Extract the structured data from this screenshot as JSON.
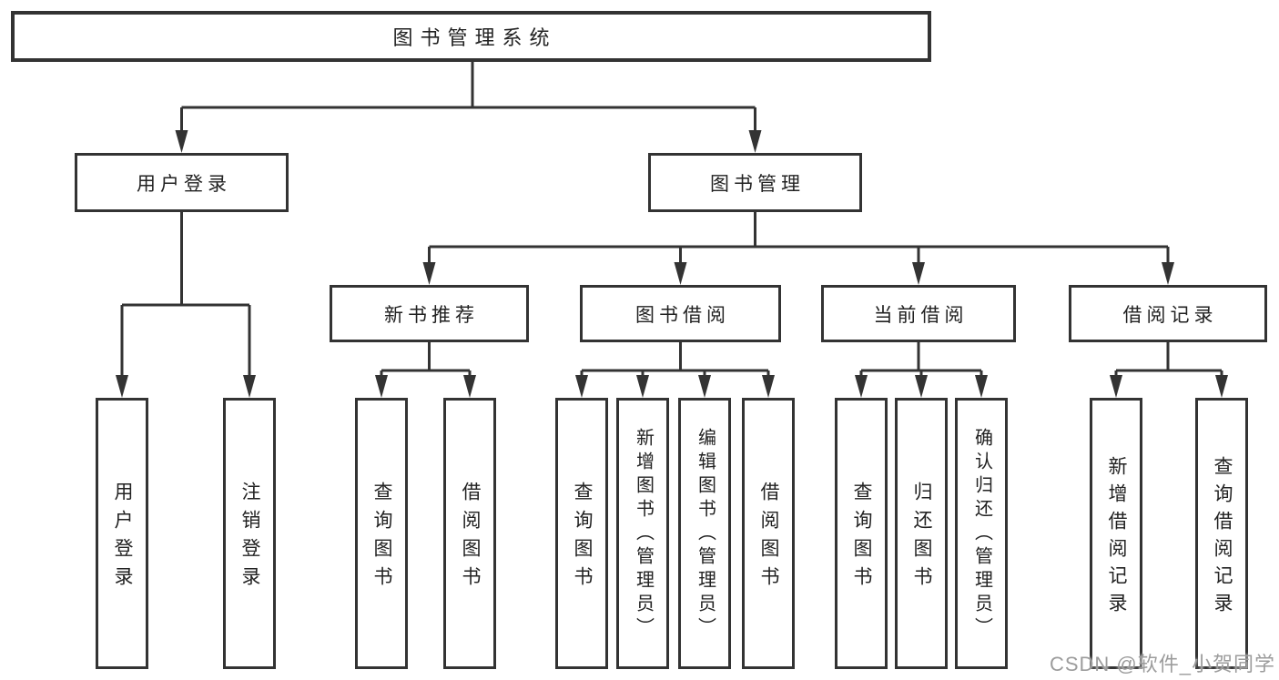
{
  "tree": {
    "root": {
      "label": "图书管理系统"
    },
    "user_login": {
      "label": "用户登录",
      "children": [
        {
          "label": "用户登录"
        },
        {
          "label": "注销登录"
        }
      ]
    },
    "book_mgmt": {
      "label": "图书管理",
      "sections": {
        "new_book": {
          "label": "新书推荐",
          "children": [
            {
              "label": "查询图书"
            },
            {
              "label": "借阅图书"
            }
          ]
        },
        "borrow": {
          "label": "图书借阅",
          "children": [
            {
              "label": "查询图书"
            },
            {
              "label": "新增图书（管理员）"
            },
            {
              "label": "编辑图书（管理员）"
            },
            {
              "label": "借阅图书"
            }
          ]
        },
        "current": {
          "label": "当前借阅",
          "children": [
            {
              "label": "查询图书"
            },
            {
              "label": "归还图书"
            },
            {
              "label": "确认归还（管理员）"
            }
          ]
        },
        "records": {
          "label": "借阅记录",
          "children": [
            {
              "label": "新增借阅记录"
            },
            {
              "label": "查询借阅记录"
            }
          ]
        }
      }
    }
  },
  "watermark": {
    "text": "CSDN @软件_小贺同学"
  },
  "colors": {
    "line": "#333333",
    "box_border": "#333333",
    "text": "#222222",
    "watermark": "#9c9c9c",
    "background": "#ffffff"
  }
}
